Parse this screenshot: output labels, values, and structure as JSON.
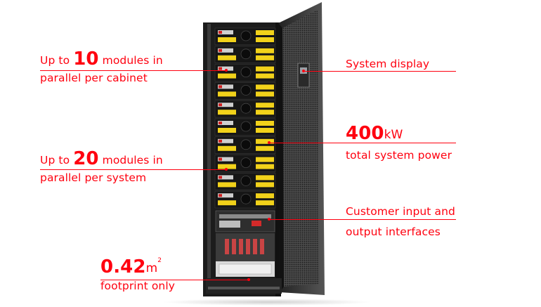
{
  "callouts": {
    "modules_cabinet": {
      "prefix": "Up to",
      "number": "10",
      "suffix": "modules in",
      "line2": "parallel per cabinet"
    },
    "modules_system": {
      "prefix": "Up to",
      "number": "20",
      "suffix": "modules in",
      "line2": "parallel per system"
    },
    "footprint": {
      "number": "0.42",
      "unit": "m",
      "unit_sup": "2",
      "line2": "footprint only"
    },
    "system_display": {
      "label": "System display"
    },
    "system_power": {
      "number": "400",
      "unit": "kW",
      "line2": "total system power"
    },
    "interfaces": {
      "line1": "Customer input and",
      "line2": "output interfaces"
    }
  },
  "colors": {
    "accent": "#ff000f",
    "cabinet": "#2b2b2b",
    "module_tab": "#f2d21a",
    "door_mesh": "#3a3a3a"
  }
}
